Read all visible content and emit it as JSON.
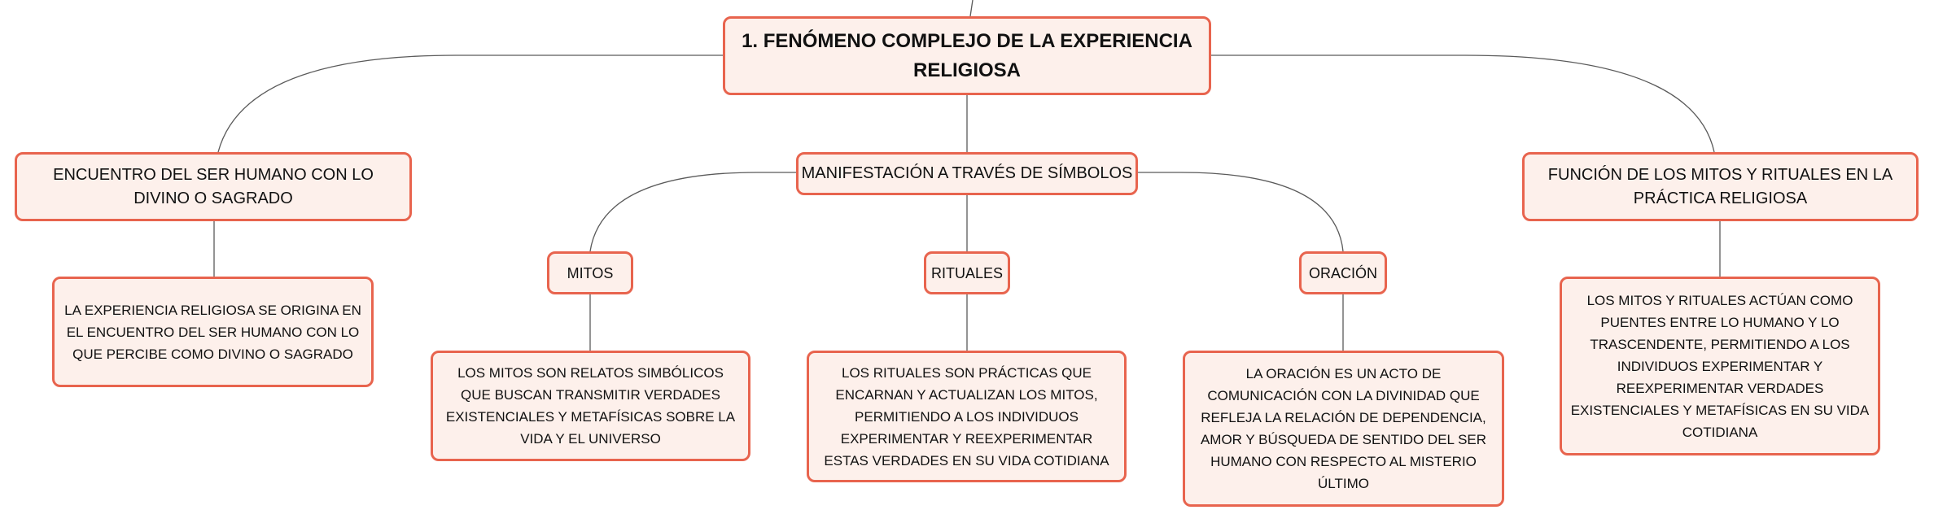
{
  "root": {
    "label": "1. FENÓMENO COMPLEJO DE LA EXPERIENCIA RELIGIOSA"
  },
  "branches": {
    "encuentro": {
      "label": "ENCUENTRO DEL SER HUMANO CON LO DIVINO O SAGRADO",
      "detail": "LA EXPERIENCIA RELIGIOSA SE ORIGINA EN EL ENCUENTRO DEL SER HUMANO CON LO QUE PERCIBE COMO DIVINO O SAGRADO"
    },
    "simbolos": {
      "label": "MANIFESTACIÓN A TRAVÉS DE SÍMBOLOS",
      "mitos": {
        "label": "MITOS",
        "detail": "LOS MITOS SON RELATOS SIMBÓLICOS QUE BUSCAN TRANSMITIR VERDADES EXISTENCIALES Y METAFÍSICAS SOBRE LA VIDA Y EL UNIVERSO"
      },
      "rituales": {
        "label": "RITUALES",
        "detail": "LOS RITUALES SON PRÁCTICAS QUE ENCARNAN Y ACTUALIZAN LOS MITOS, PERMITIENDO A LOS INDIVIDUOS EXPERIMENTAR Y REEXPERIMENTAR ESTAS VERDADES EN SU VIDA COTIDIANA"
      },
      "oracion": {
        "label": "ORACIÓN",
        "detail": "LA ORACIÓN ES UN ACTO DE COMUNICACIÓN CON LA DIVINIDAD QUE REFLEJA LA RELACIÓN DE DEPENDENCIA, AMOR Y BÚSQUEDA DE SENTIDO DEL SER HUMANO CON RESPECTO AL MISTERIO ÚLTIMO"
      }
    },
    "funcion": {
      "label": "FUNCIÓN DE LOS MITOS Y RITUALES EN LA PRÁCTICA RELIGIOSA",
      "detail": "LOS MITOS Y RITUALES ACTÚAN COMO PUENTES ENTRE LO HUMANO Y LO TRASCENDENTE, PERMITIENDO A LOS INDIVIDUOS EXPERIMENTAR Y REEXPERIMENTAR VERDADES EXISTENCIALES Y METAFÍSICAS EN SU VIDA COTIDIANA"
    }
  },
  "colors": {
    "node_fill": "#fdf0eb",
    "node_border": "#e8644e",
    "connector": "#5a5a5a"
  }
}
